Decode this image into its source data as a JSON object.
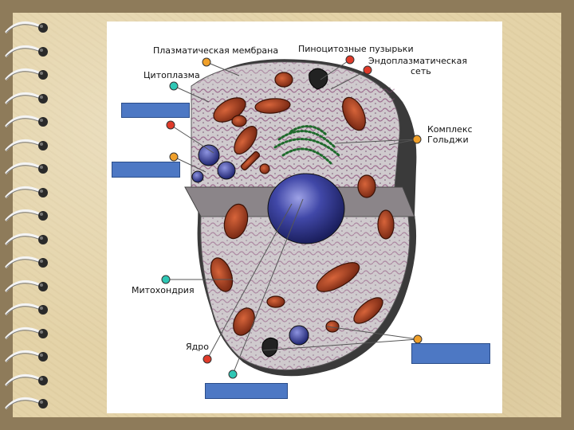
{
  "labels": {
    "plasma_membrane": "Плазматическая мембрана",
    "pinocytic_vesicles": "Пиноцитозные пузырьки",
    "er_line1": "Эндоплазматическая",
    "er_line2": "сеть",
    "cytoplasm": "Цитоплазма",
    "golgi_line1": "Комплекс",
    "golgi_line2": "Гольджи",
    "mitochondria": "Митохондрия",
    "nucleus": "Ядро"
  },
  "colors": {
    "dot_orange": "#f0a02a",
    "dot_red": "#e03b2a",
    "dot_cyan": "#2fc7b5",
    "answer_box": "#4d78c4",
    "cell_body": "#c9c4c8",
    "nucleus": "#3a3f9a",
    "mitochondria": "#8e3217",
    "golgi": "#1f6a2c"
  },
  "icons": [
    "spiral-binding-icon"
  ]
}
